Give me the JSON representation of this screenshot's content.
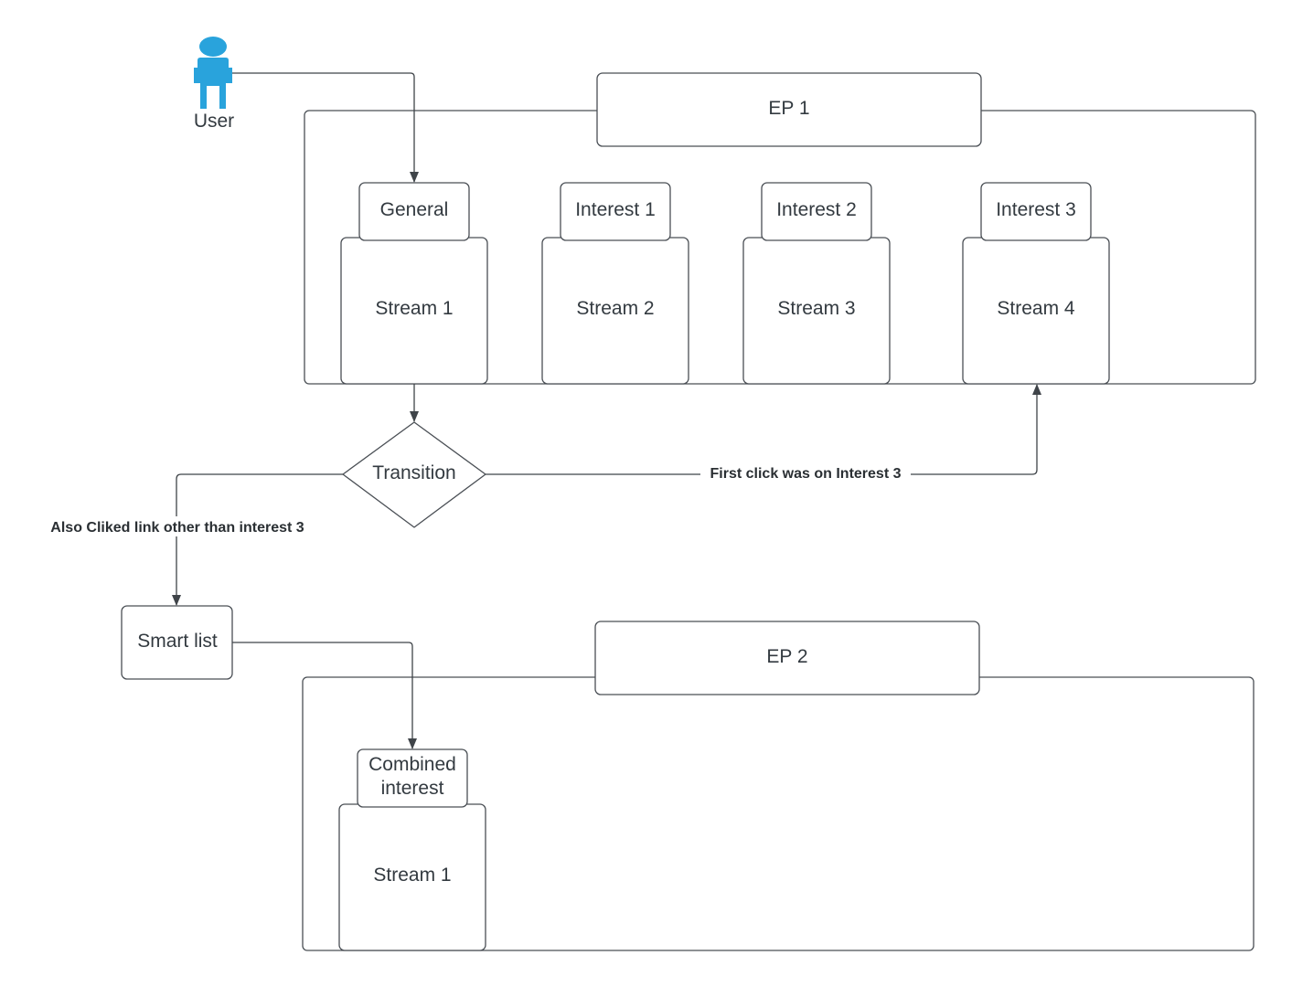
{
  "colors": {
    "user_icon": "#29a3dc",
    "stroke": "#4a4f55",
    "text": "#333a40"
  },
  "user": {
    "label": "User",
    "icon": "person-icon"
  },
  "ep1": {
    "title": "EP 1",
    "tabs": [
      {
        "tag": "General",
        "stream": "Stream 1"
      },
      {
        "tag": "Interest 1",
        "stream": "Stream 2"
      },
      {
        "tag": "Interest 2",
        "stream": "Stream 3"
      },
      {
        "tag": "Interest 3",
        "stream": "Stream 4"
      }
    ]
  },
  "transition": {
    "label": "Transition"
  },
  "edges": {
    "first_click": "First click was on Interest 3",
    "also_clicked": "Also Cliked link other than interest 3"
  },
  "smart_list": {
    "label": "Smart list"
  },
  "ep2": {
    "title": "EP 2",
    "tag_line1": "Combined",
    "tag_line2": "interest",
    "stream": "Stream 1"
  }
}
